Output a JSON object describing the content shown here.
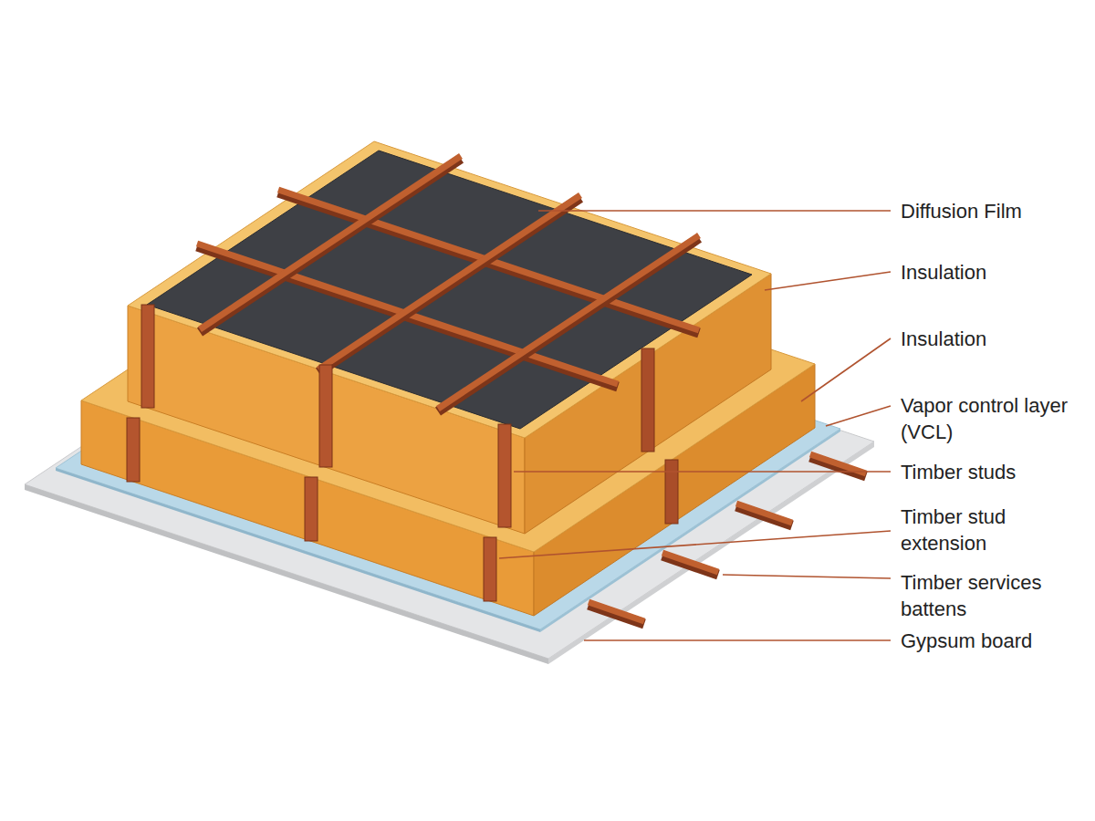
{
  "diagram": {
    "labels": [
      "Diffusion Film",
      "Insulation",
      "Insulation",
      "Vapor control layer (VCL)",
      "Timber studs",
      "Timber stud extension",
      "Timber services battens",
      "Gypsum board"
    ]
  }
}
